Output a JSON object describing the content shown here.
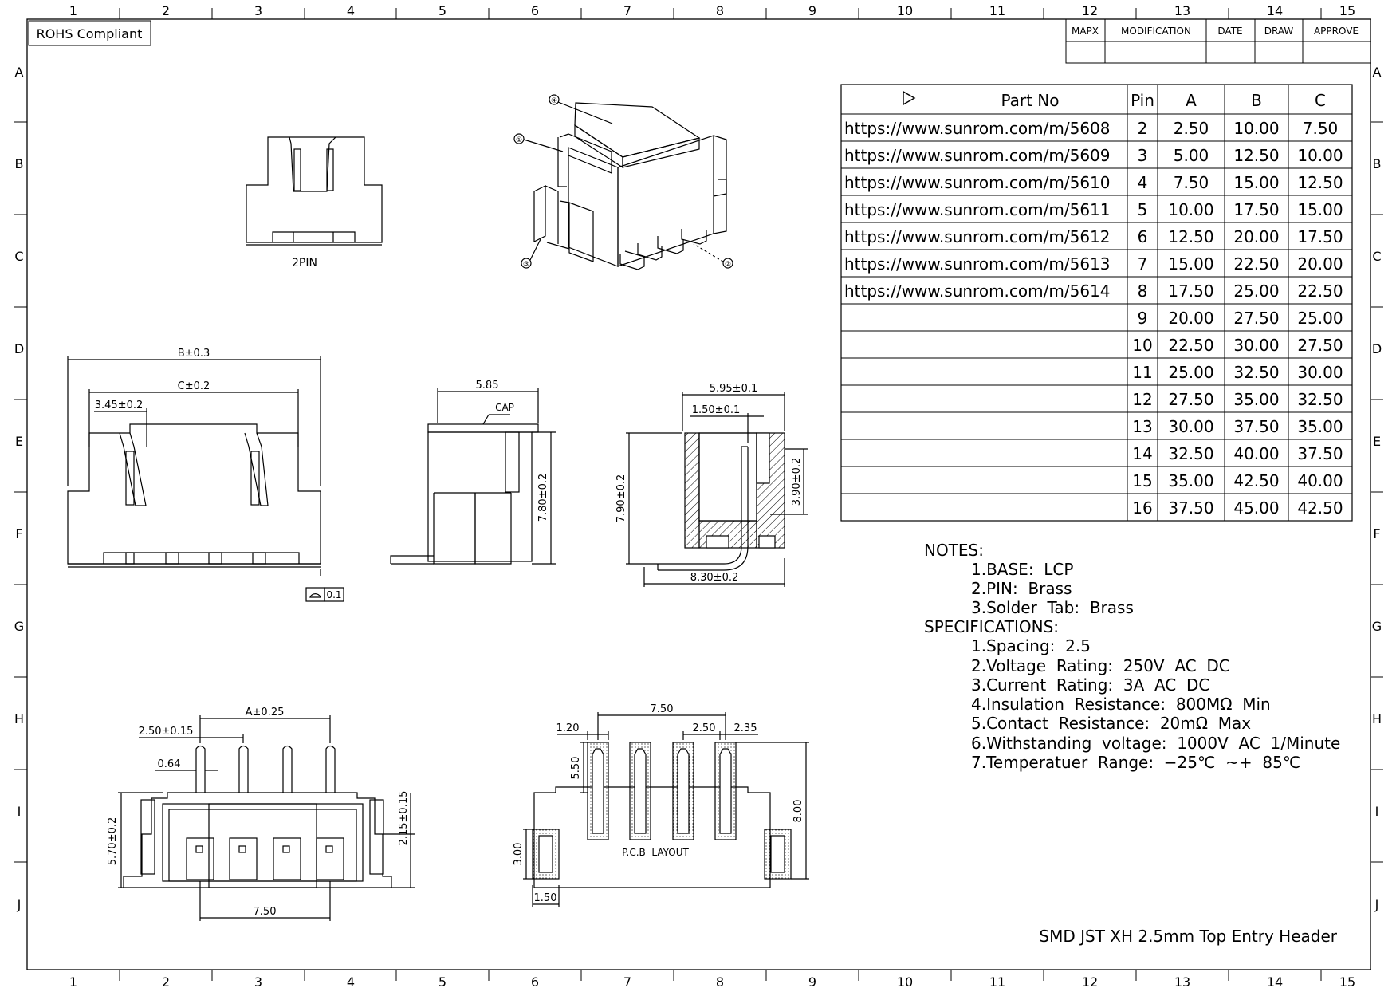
{
  "zones": {
    "cols": [
      "1",
      "2",
      "3",
      "4",
      "5",
      "6",
      "7",
      "8",
      "9",
      "10",
      "11",
      "12",
      "13",
      "14",
      "15"
    ],
    "rows": [
      "A",
      "B",
      "C",
      "D",
      "E",
      "F",
      "G",
      "H",
      "I",
      "J"
    ]
  },
  "rohs_label": "ROHS Compliant",
  "revision_block": {
    "headers": [
      "MAPX",
      "MODIFICATION",
      "DATE",
      "DRAW",
      "APPROVE"
    ]
  },
  "part_table": {
    "headers": {
      "part": "Part No",
      "pin": "Pin",
      "a": "A",
      "b": "B",
      "c": "C"
    },
    "rows": [
      {
        "part": "https://www.sunrom.com/m/5608",
        "pin": "2",
        "a": "2.50",
        "b": "10.00",
        "c": "7.50"
      },
      {
        "part": "https://www.sunrom.com/m/5609",
        "pin": "3",
        "a": "5.00",
        "b": "12.50",
        "c": "10.00"
      },
      {
        "part": "https://www.sunrom.com/m/5610",
        "pin": "4",
        "a": "7.50",
        "b": "15.00",
        "c": "12.50"
      },
      {
        "part": "https://www.sunrom.com/m/5611",
        "pin": "5",
        "a": "10.00",
        "b": "17.50",
        "c": "15.00"
      },
      {
        "part": "https://www.sunrom.com/m/5612",
        "pin": "6",
        "a": "12.50",
        "b": "20.00",
        "c": "17.50"
      },
      {
        "part": "https://www.sunrom.com/m/5613",
        "pin": "7",
        "a": "15.00",
        "b": "22.50",
        "c": "20.00"
      },
      {
        "part": "https://www.sunrom.com/m/5614",
        "pin": "8",
        "a": "17.50",
        "b": "25.00",
        "c": "22.50"
      },
      {
        "part": "",
        "pin": "9",
        "a": "20.00",
        "b": "27.50",
        "c": "25.00"
      },
      {
        "part": "",
        "pin": "10",
        "a": "22.50",
        "b": "30.00",
        "c": "27.50"
      },
      {
        "part": "",
        "pin": "11",
        "a": "25.00",
        "b": "32.50",
        "c": "30.00"
      },
      {
        "part": "",
        "pin": "12",
        "a": "27.50",
        "b": "35.00",
        "c": "32.50"
      },
      {
        "part": "",
        "pin": "13",
        "a": "30.00",
        "b": "37.50",
        "c": "35.00"
      },
      {
        "part": "",
        "pin": "14",
        "a": "32.50",
        "b": "40.00",
        "c": "37.50"
      },
      {
        "part": "",
        "pin": "15",
        "a": "35.00",
        "b": "42.50",
        "c": "40.00"
      },
      {
        "part": "",
        "pin": "16",
        "a": "37.50",
        "b": "45.00",
        "c": "42.50"
      }
    ]
  },
  "notes": {
    "notes_title": "NOTES:",
    "notes": [
      "1.BASE:  LCP",
      "2.PIN:  Brass",
      "3.Solder  Tab:  Brass"
    ],
    "spec_title": "SPECIFICATIONS:",
    "specs": [
      "1.Spacing:  2.5",
      "2.Voltage  Rating:  250V  AC  DC",
      "3.Current  Rating:  3A  AC  DC",
      "4.Insulation  Resistance:  800MΩ  Min",
      "5.Contact  Resistance:  20mΩ  Max",
      "6.Withstanding  voltage:  1000V  AC  1/Minute",
      "7.Temperatuer  Range:  −25℃  ~+  85℃"
    ]
  },
  "title": "SMD JST XH 2.5mm Top Entry Header",
  "iso_view": {
    "callouts": [
      "④",
      "①",
      "③",
      "②"
    ]
  },
  "top_view": {
    "label": "2PIN"
  },
  "front_view": {
    "dims": [
      "B±0.3",
      "C±0.2",
      "3.45±0.2"
    ],
    "flatness": "0.1"
  },
  "side_view": {
    "dims": [
      "5.85",
      "CAP",
      "7.80±0.2"
    ]
  },
  "section_view": {
    "dims": [
      "5.95±0.1",
      "1.50±0.1",
      "7.90±0.2",
      "3.90±0.2",
      "8.30±0.2"
    ]
  },
  "bottom_view": {
    "dims": [
      "A±0.25",
      "2.50±0.15",
      "0.64",
      "5.70±0.2",
      "2.15±0.15",
      "7.50"
    ]
  },
  "pcb_layout": {
    "label": "P.C.B  LAYOUT",
    "dims": [
      "7.50",
      "1.20",
      "2.50",
      "2.35",
      "5.50",
      "8.00",
      "3.00",
      "1.50"
    ]
  }
}
